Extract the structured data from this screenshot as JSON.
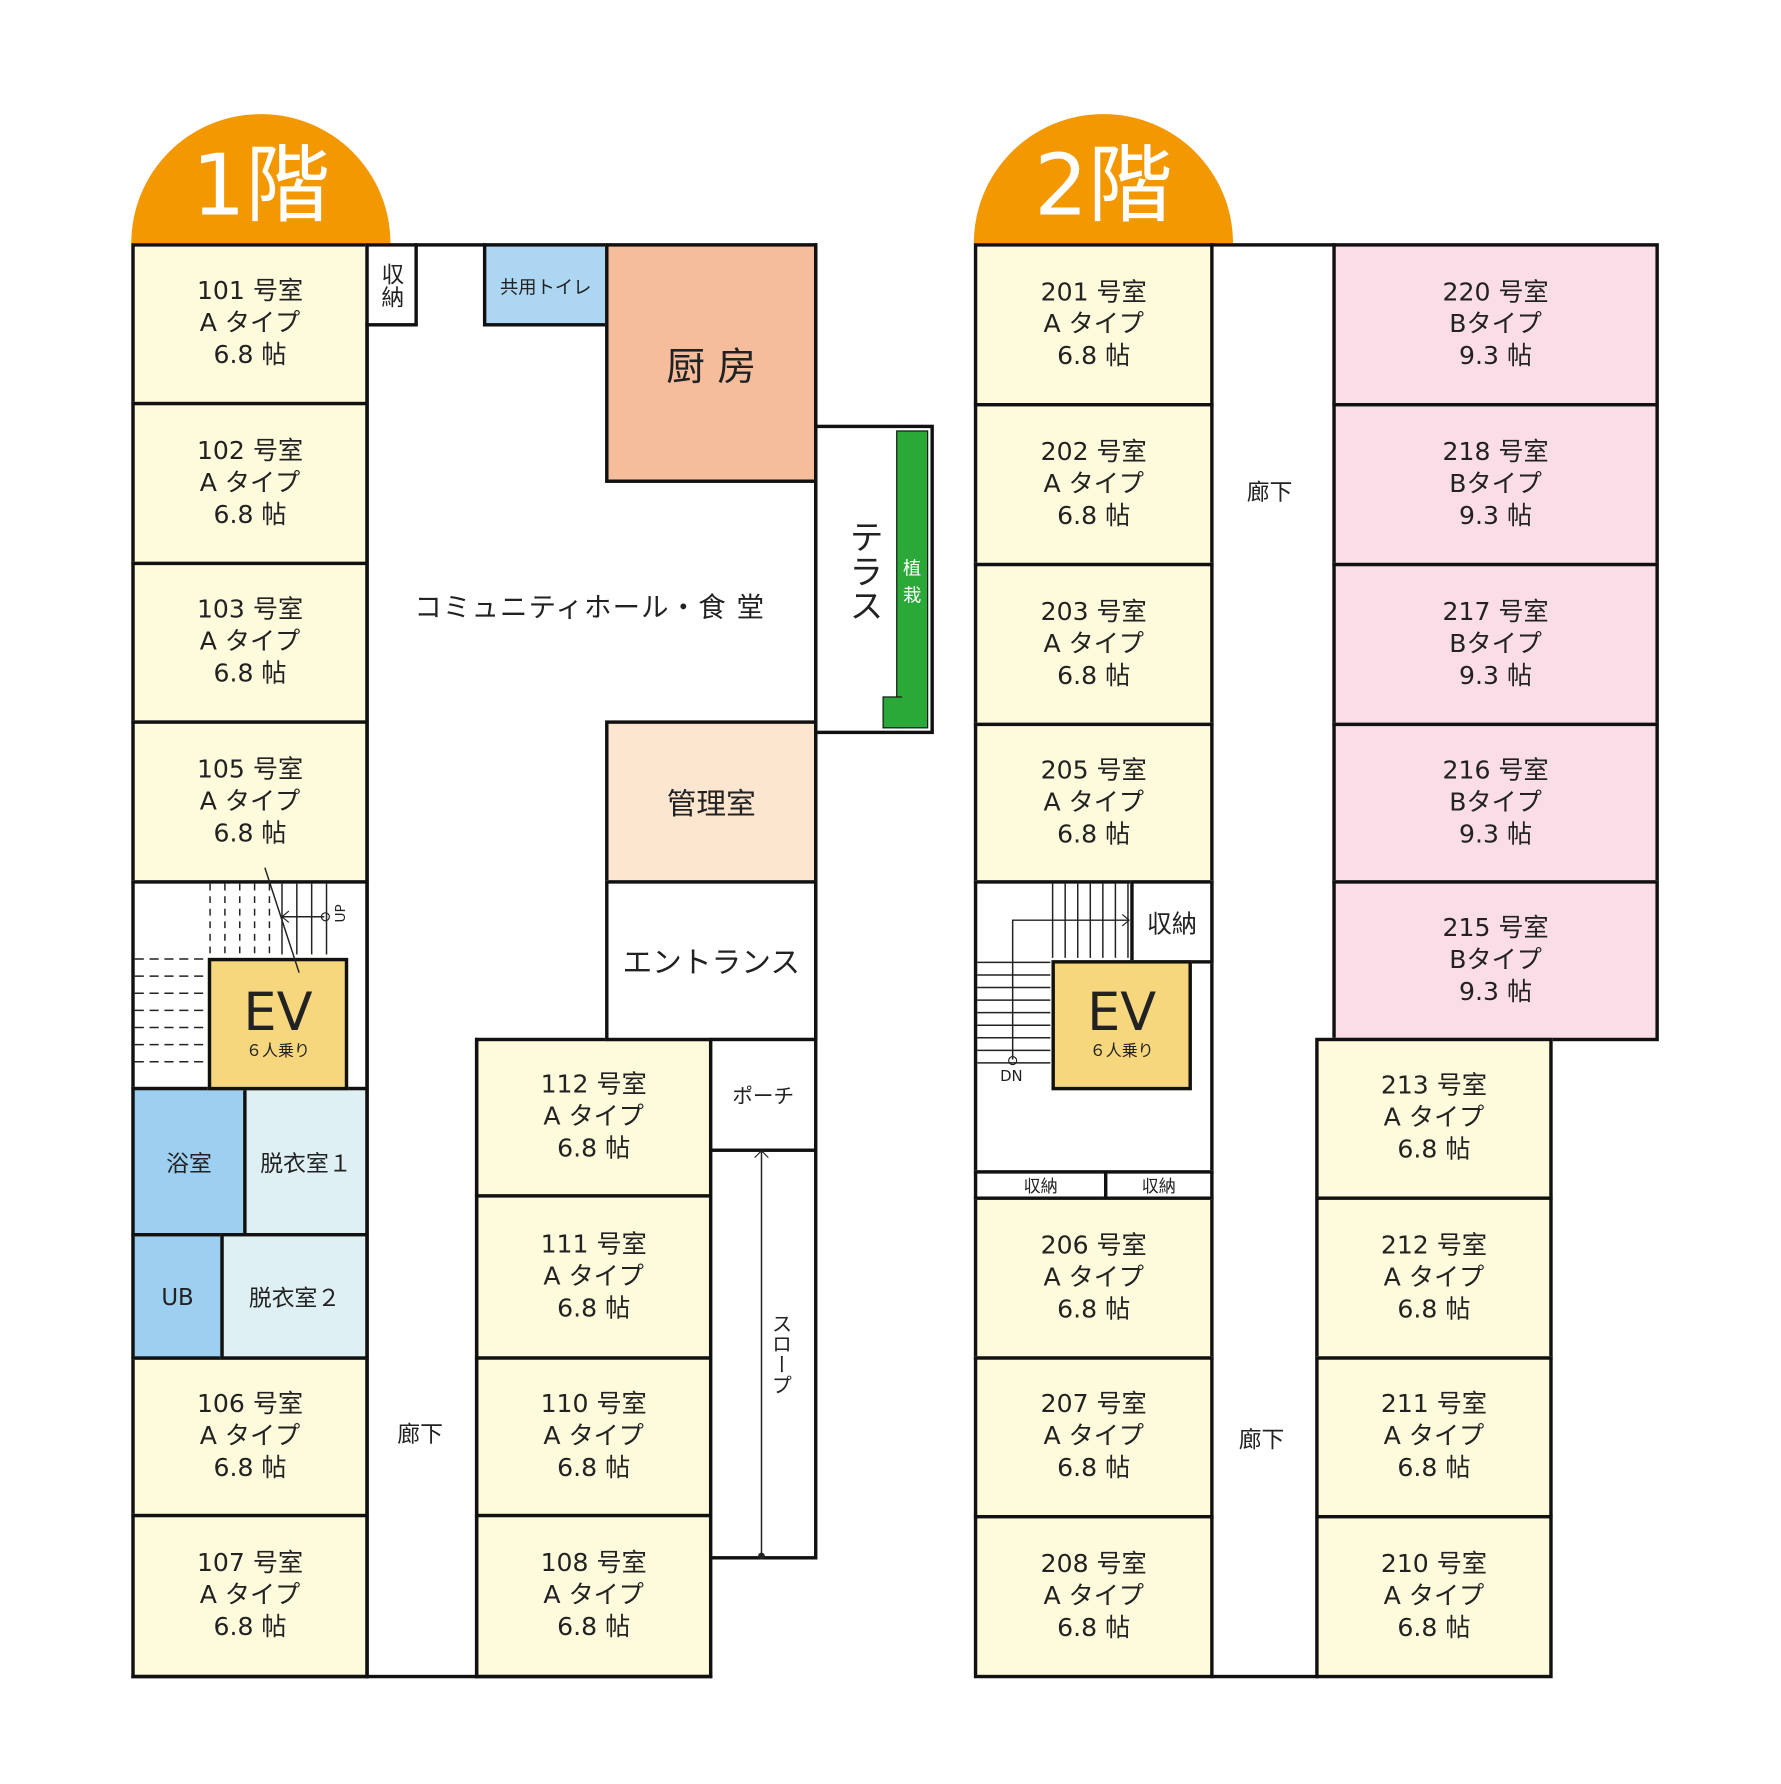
{
  "floor1": {
    "title": "1階",
    "rooms": [
      {
        "num": "101 号室",
        "type": "A タイプ",
        "size": "6.8 帖"
      },
      {
        "num": "102 号室",
        "type": "A タイプ",
        "size": "6.8 帖"
      },
      {
        "num": "103 号室",
        "type": "A タイプ",
        "size": "6.8 帖"
      },
      {
        "num": "105 号室",
        "type": "A タイプ",
        "size": "6.8 帖"
      },
      {
        "num": "106 号室",
        "type": "A タイプ",
        "size": "6.8 帖"
      },
      {
        "num": "107 号室",
        "type": "A タイプ",
        "size": "6.8 帖"
      },
      {
        "num": "112 号室",
        "type": "A タイプ",
        "size": "6.8 帖"
      },
      {
        "num": "111 号室",
        "type": "A タイプ",
        "size": "6.8 帖"
      },
      {
        "num": "110 号室",
        "type": "A タイプ",
        "size": "6.8 帖"
      },
      {
        "num": "108 号室",
        "type": "A タイプ",
        "size": "6.8 帖"
      }
    ],
    "storage": "収納",
    "toilet": "共用トイレ",
    "kitchen": "厨 房",
    "hall": "コミュニティホール・食 堂",
    "terrace": "テラス",
    "planting": "植栽",
    "office": "管理室",
    "entrance": "エントランス",
    "porch": "ポーチ",
    "slope": "スロープ",
    "corridor": "廊下",
    "bath": "浴室",
    "dressing1": "脱衣室１",
    "ub": "UB",
    "dressing2": "脱衣室２",
    "ev": "EV",
    "ev_capacity": "６人乗り",
    "stairs_up": "UP"
  },
  "floor2": {
    "title": "2階",
    "rooms": [
      {
        "num": "201 号室",
        "type": "A タイプ",
        "size": "6.8 帖"
      },
      {
        "num": "202 号室",
        "type": "A タイプ",
        "size": "6.8 帖"
      },
      {
        "num": "203 号室",
        "type": "A タイプ",
        "size": "6.8 帖"
      },
      {
        "num": "205 号室",
        "type": "A タイプ",
        "size": "6.8 帖"
      },
      {
        "num": "206 号室",
        "type": "A タイプ",
        "size": "6.8 帖"
      },
      {
        "num": "207 号室",
        "type": "A タイプ",
        "size": "6.8 帖"
      },
      {
        "num": "208 号室",
        "type": "A タイプ",
        "size": "6.8 帖"
      },
      {
        "num": "220 号室",
        "type": "Bタイプ",
        "size": "9.3 帖"
      },
      {
        "num": "218 号室",
        "type": "Bタイプ",
        "size": "9.3 帖"
      },
      {
        "num": "217 号室",
        "type": "Bタイプ",
        "size": "9.3 帖"
      },
      {
        "num": "216 号室",
        "type": "Bタイプ",
        "size": "9.3 帖"
      },
      {
        "num": "215 号室",
        "type": "Bタイプ",
        "size": "9.3 帖"
      },
      {
        "num": "213 号室",
        "type": "A タイプ",
        "size": "6.8 帖"
      },
      {
        "num": "212 号室",
        "type": "A タイプ",
        "size": "6.8 帖"
      },
      {
        "num": "211 号室",
        "type": "A タイプ",
        "size": "6.8 帖"
      },
      {
        "num": "210 号室",
        "type": "A タイプ",
        "size": "6.8 帖"
      }
    ],
    "storage": "収納",
    "corridor": "廊下",
    "ev": "EV",
    "ev_capacity": "６人乗り",
    "stairs_dn": "DN"
  },
  "colors": {
    "badge": "#f39800",
    "roomA": "#fefbdc",
    "roomB": "#fbdde8",
    "kitchen": "#f6bd9c",
    "office": "#fde6cf",
    "toilet": "#acd6f2",
    "bath": "#9ccff0",
    "dressing": "#dff0f5",
    "ev": "#f6d77e",
    "planting": "#2aa939"
  }
}
